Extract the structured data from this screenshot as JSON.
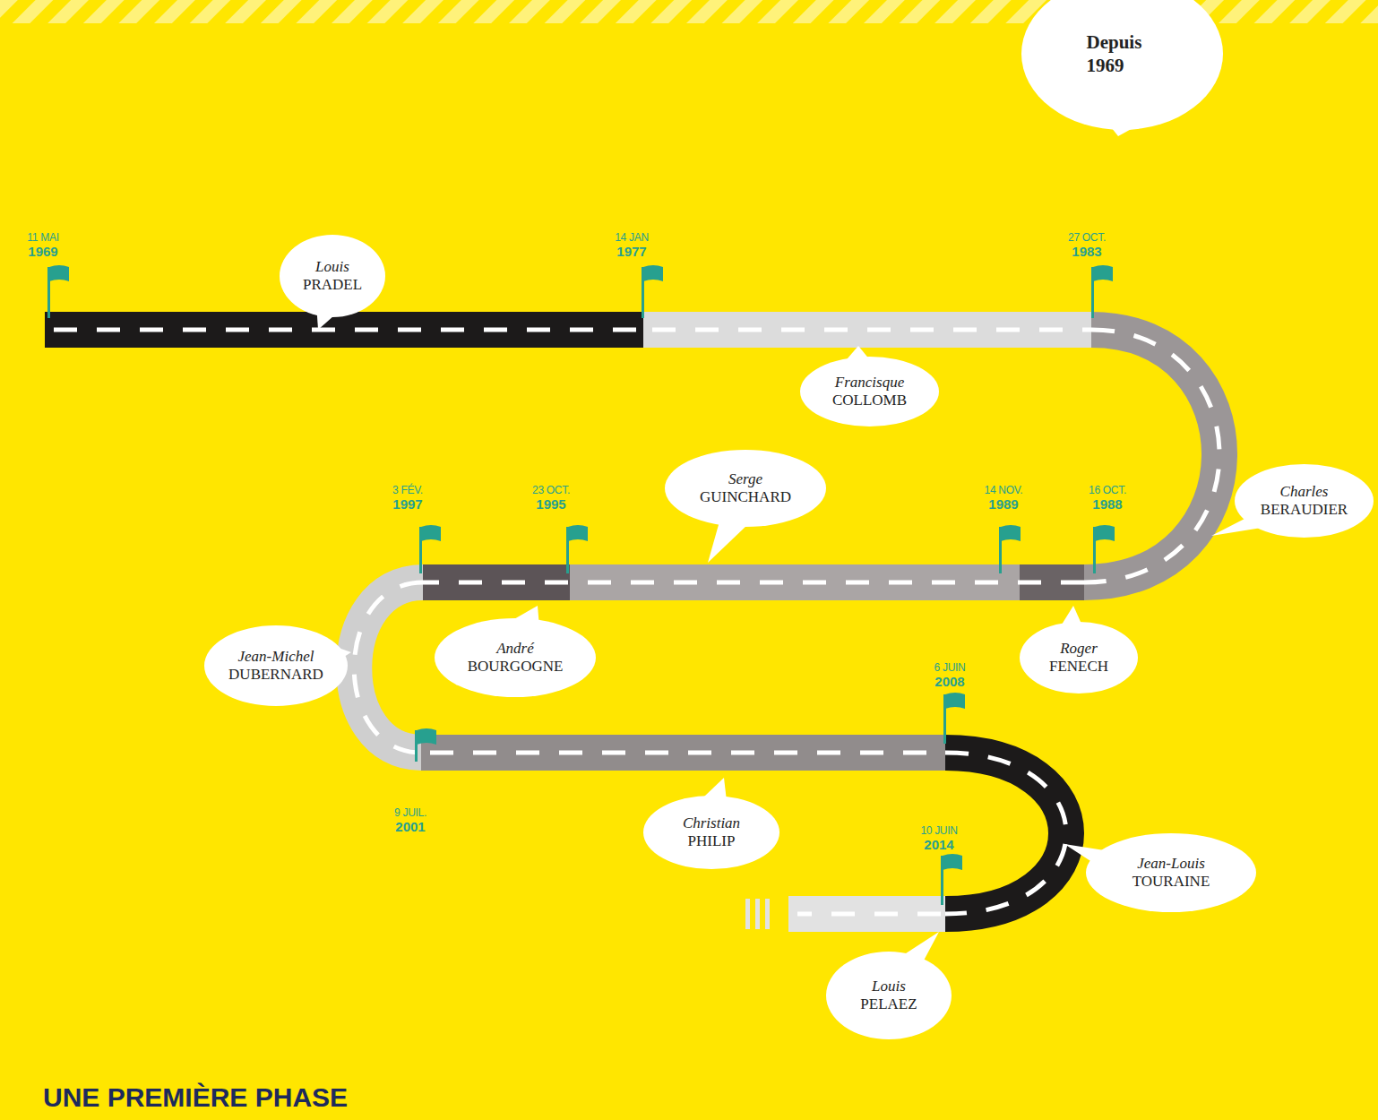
{
  "diagram": {
    "nodes": [
      {
        "text": [
          "Depuis 1969"
        ]
      },
      {
        "text": [
          "Louis",
          "PRADEL"
        ]
      },
      {
        "text": [
          "Francisque",
          "COLLOMB"
        ]
      },
      {
        "text": [
          "Charles",
          "BERAUDIER"
        ]
      },
      {
        "text": [
          "Roger",
          "FENECH"
        ]
      },
      {
        "text": [
          "Serge",
          "GUINCHARD"
        ]
      },
      {
        "text": [
          "André",
          "BOURGOGNE"
        ]
      },
      {
        "text": [
          "Jean-Michel",
          "DUBERNARD"
        ]
      },
      {
        "text": [
          "Christian",
          "PHILIP"
        ]
      },
      {
        "text": [
          "Jean-Louis",
          "TOURAINE"
        ]
      },
      {
        "text": [
          "Louis",
          "PELAEZ"
        ]
      }
    ],
    "labels": [
      "11 MAI",
      "1969",
      "14 JAN",
      "1977",
      "27 OCT.",
      "1983",
      "16 OCT.",
      "1988",
      "14 NOV.",
      "1989",
      "23 OCT.",
      "1995",
      "3 FÉV.",
      "1997",
      "9 JUIL.",
      "2001",
      "6 JUIN",
      "2008",
      "10 JUIN",
      "2014",
      "UNE PREMIÈRE PHASE"
    ]
  }
}
